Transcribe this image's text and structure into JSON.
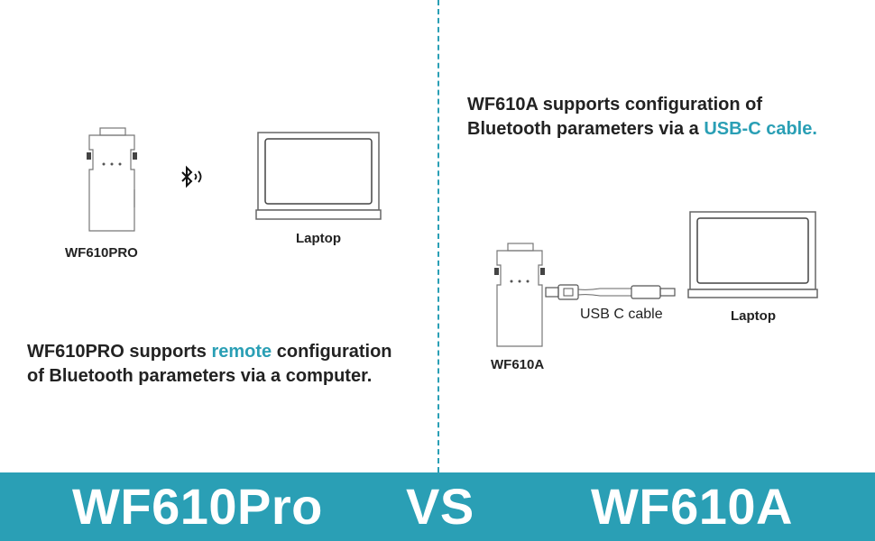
{
  "left": {
    "device_label": "WF610PRO",
    "laptop_label": "Laptop",
    "desc_line1_pre": "WF610PRO supports ",
    "desc_line1_hl": "remote",
    "desc_line1_post": " configuration",
    "desc_line2": "of Bluetooth parameters via a computer."
  },
  "right": {
    "desc_line1": "WF610A supports configuration of",
    "desc_line2_pre": "Bluetooth parameters via a ",
    "desc_line2_hl": "USB-C cable.",
    "cable_label": "USB C cable",
    "laptop_label": "Laptop",
    "device_label": "WF610A"
  },
  "banner": {
    "left_title": "WF610Pro",
    "vs": "VS",
    "right_title": "WF610A"
  },
  "colors": {
    "accent": "#2a9fb5",
    "text": "#222222",
    "background": "#ffffff"
  },
  "icons": [
    "bluetooth-icon",
    "device-icon",
    "laptop-icon",
    "usb-c-cable-icon"
  ]
}
